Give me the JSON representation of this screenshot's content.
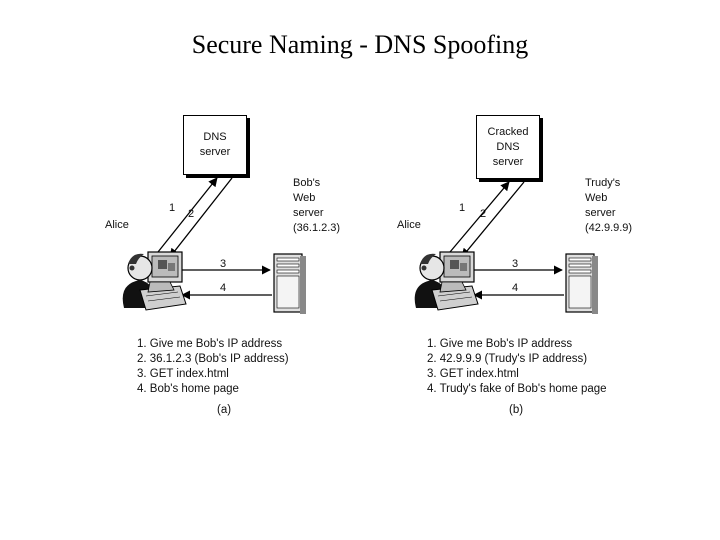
{
  "title": "Secure Naming - DNS Spoofing",
  "panel_a": {
    "dns_box": [
      "DNS",
      "server"
    ],
    "client_label": "Alice",
    "server_label": [
      "Bob's",
      "Web",
      "server",
      "(36.1.2.3)"
    ],
    "arrow_labels": [
      "1",
      "2",
      "3",
      "4"
    ],
    "steps": [
      "1. Give me Bob's IP address",
      "2. 36.1.2.3 (Bob's IP address)",
      "3. GET index.html",
      "4. Bob's home page"
    ],
    "caption": "(a)"
  },
  "panel_b": {
    "dns_box": [
      "Cracked",
      "DNS",
      "server"
    ],
    "client_label": "Alice",
    "server_label": [
      "Trudy's",
      "Web",
      "server",
      "(42.9.9.9)"
    ],
    "arrow_labels": [
      "1",
      "2",
      "3",
      "4"
    ],
    "steps": [
      "1. Give me Bob's IP address",
      "2. 42.9.9.9 (Trudy's IP address)",
      "3. GET index.html",
      "4. Trudy's fake of Bob's home page"
    ],
    "caption": "(b)"
  }
}
